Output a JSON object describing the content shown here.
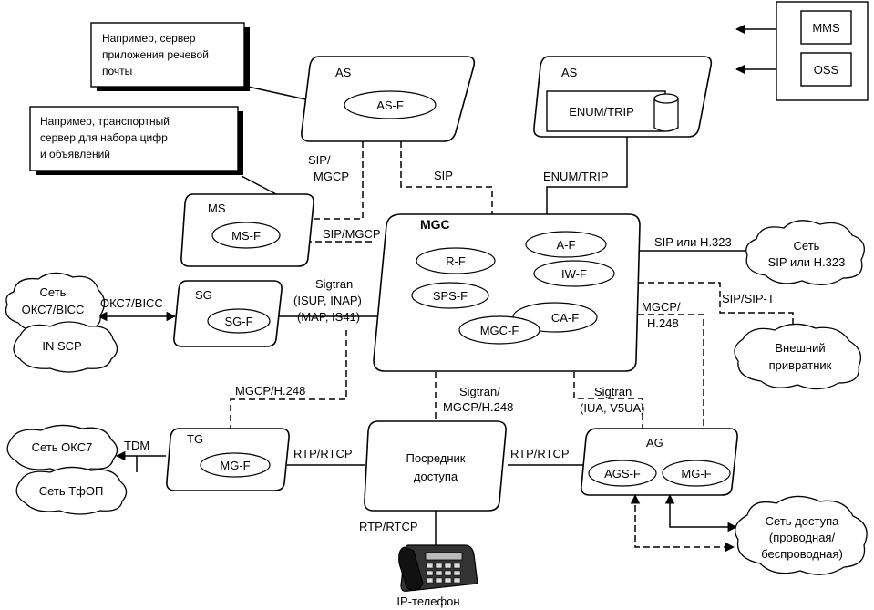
{
  "legend": {
    "mms": "MMS",
    "oss": "OSS"
  },
  "callouts": {
    "as_note": [
      "Например, сервер",
      "приложения речевой",
      "почты"
    ],
    "ms_note": [
      "Например, транспортный",
      "сервер для набора цифр",
      "и объявлений"
    ]
  },
  "nodes": {
    "as_left": {
      "label": "AS",
      "func": "AS-F"
    },
    "as_right": {
      "label": "AS",
      "db": "ENUM/TRIP"
    },
    "ms": {
      "label": "MS",
      "func": "MS-F"
    },
    "mgc": {
      "label": "MGC",
      "funcs": {
        "r": "R-F",
        "a": "A-F",
        "iw": "IW-F",
        "sps": "SPS-F",
        "ca": "CA-F",
        "mgc": "MGC-F"
      }
    },
    "sg": {
      "label": "SG",
      "func": "SG-F"
    },
    "tg": {
      "label": "TG",
      "func": "MG-F"
    },
    "access": {
      "line1": "Посредник",
      "line2": "доступа"
    },
    "ag": {
      "label": "AG",
      "func1": "AGS-F",
      "func2": "MG-F"
    },
    "ip_phone": "IP-телефон"
  },
  "clouds": {
    "sip_net": [
      "Сеть",
      "SIP или H.323"
    ],
    "ext_gk": [
      "Внешний",
      "привратник"
    ],
    "okc7_bicc": [
      "Сеть",
      "ОКС7/BICC"
    ],
    "in_scp": "IN SCP",
    "okc7": "Сеть ОКС7",
    "tfop": "Сеть ТфОП",
    "access_net": [
      "Сеть доступа",
      "(проводная/",
      "беспроводная)"
    ]
  },
  "links": {
    "as_sip_mgcp": [
      "SIP/",
      "MGCP"
    ],
    "sip": "SIP",
    "enum_trip": "ENUM/TRIP",
    "sip_mgcp": "SIP/MGCP",
    "sip_h323": "SIP или H.323",
    "sip_sipt": "SIP/SIP-T",
    "sigtran_sg": [
      "Sigtran",
      "(ISUP, INAP)",
      "(MAP, IS41)"
    ],
    "okc7_bicc": "ОКС7/BICC",
    "mgcp_h248_ag": [
      "MGCP/",
      "H.248"
    ],
    "mgcp_h248_tg": "MGCP/H.248",
    "sigtran_access": [
      "Sigtran/",
      "MGCP/H.248"
    ],
    "sigtran_ag": [
      "Sigtran",
      "(IUA, V5UA)"
    ],
    "tdm": "TDM",
    "rtp_tg": "RTP/RTCP",
    "rtp_ag": "RTP/RTCP",
    "rtp_phone": "RTP/RTCP"
  }
}
